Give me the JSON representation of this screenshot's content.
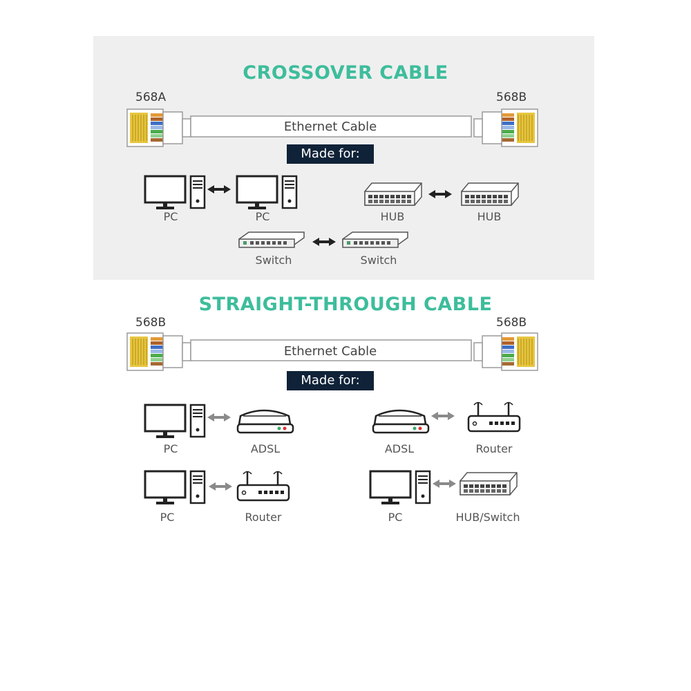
{
  "crossover": {
    "title": "CROSSOVER CABLE",
    "left_standard": "568A",
    "right_standard": "568B",
    "cable_label": "Ethernet Cable",
    "made_for": "Made for:",
    "devices": [
      "PC",
      "PC",
      "HUB",
      "HUB",
      "Switch",
      "Switch"
    ]
  },
  "straight": {
    "title": "STRAIGHT-THROUGH CABLE",
    "left_standard": "568B",
    "right_standard": "568B",
    "cable_label": "Ethernet Cable",
    "made_for": "Made for:",
    "devices": [
      "PC",
      "ADSL",
      "ADSL",
      "Router",
      "PC",
      "Router",
      "PC",
      "HUB/Switch"
    ]
  },
  "colors": {
    "title": "#3dbd9c",
    "badge": "#0f2238",
    "panel": "#efefef"
  }
}
